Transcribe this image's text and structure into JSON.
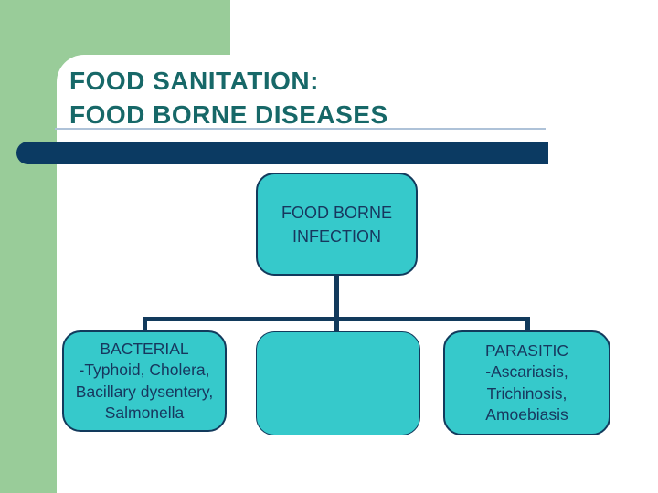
{
  "slide": {
    "title_line1": "FOOD SANITATION:",
    "title_line2": "FOOD BORNE DISEASES",
    "colors": {
      "sidebar_green": "#99CC99",
      "bar_navy": "#0B3A62",
      "connector_navy": "#123A5C",
      "box_teal_fill": "#36C9CB",
      "box_border_navy": "#123A5C",
      "title_teal": "#176868",
      "box_text_navy": "#17375E",
      "thin_accent_line": "#AEC2D8"
    }
  },
  "diagram": {
    "root": {
      "lines": [
        "FOOD BORNE",
        "INFECTION"
      ]
    },
    "children": [
      {
        "name": "bacterial",
        "lines": [
          "BACTERIAL",
          "-Typhoid, Cholera,",
          "Bacillary dysentery,",
          "Salmonella"
        ]
      },
      {
        "name": "unlabeled-middle",
        "lines": [
          "",
          "",
          "",
          ""
        ]
      },
      {
        "name": "parasitic",
        "lines": [
          "PARASITIC",
          "-Ascariasis,",
          "Trichinosis,",
          "Amoebiasis"
        ]
      }
    ]
  }
}
